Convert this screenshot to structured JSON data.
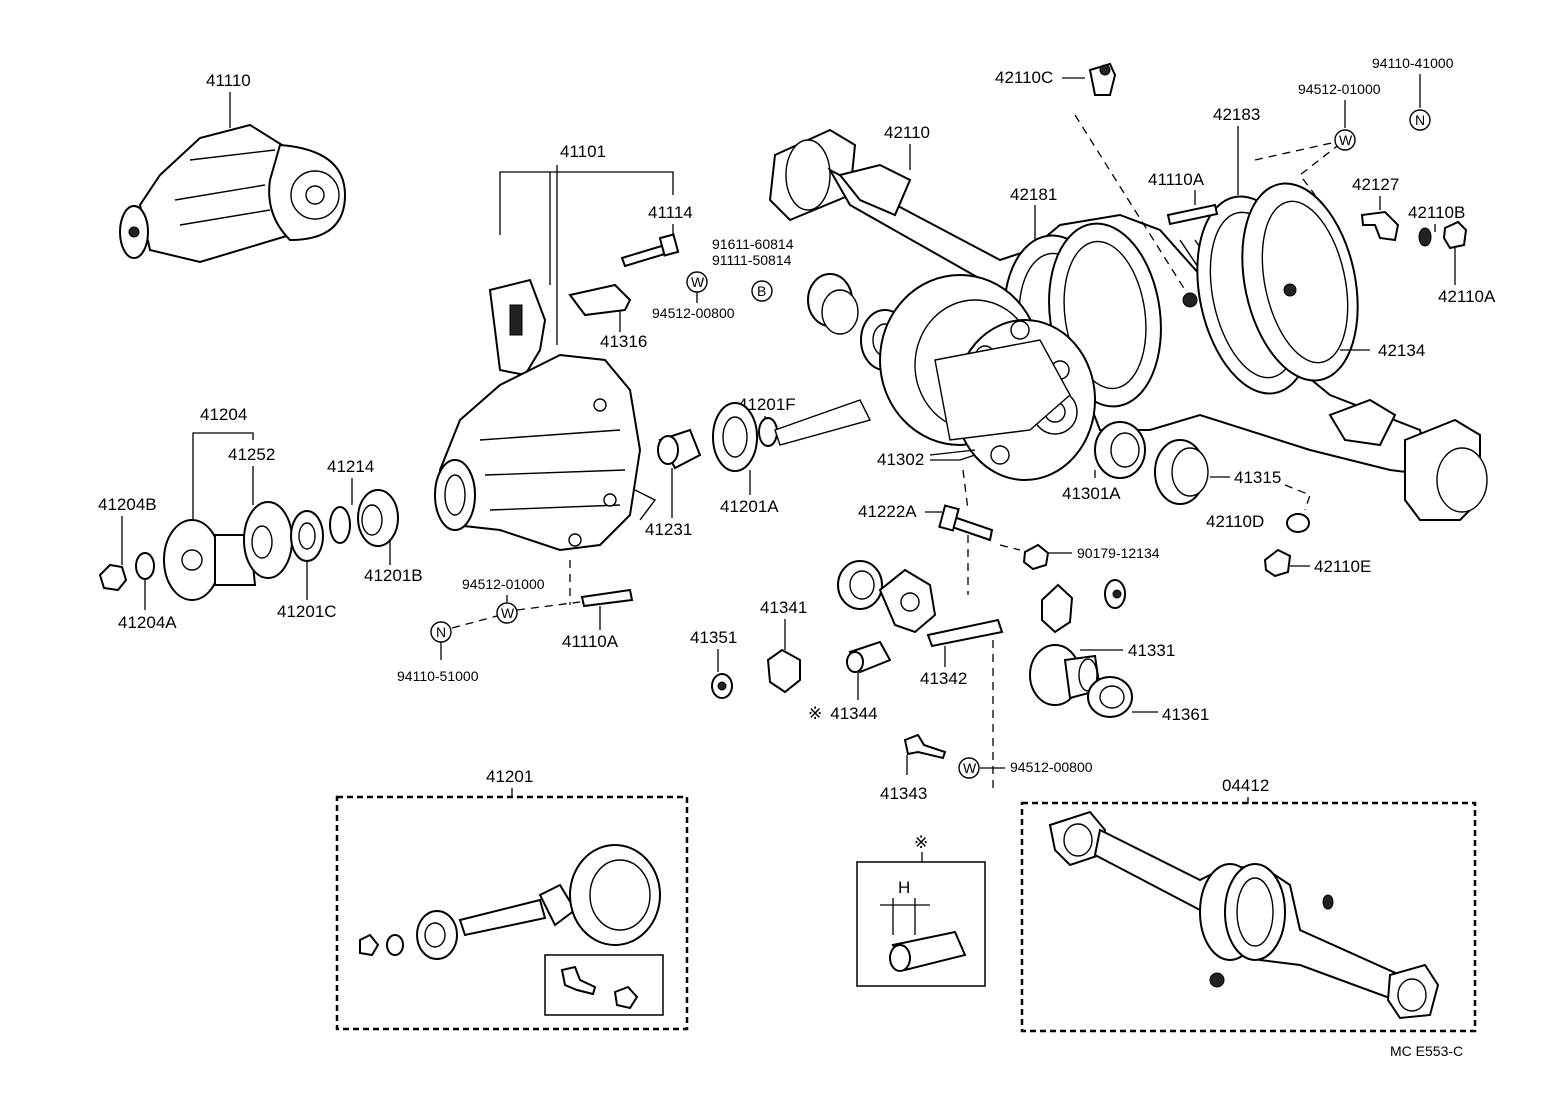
{
  "labels": {
    "p41110": "41110",
    "p41101": "41101",
    "p41114": "41114",
    "p41316": "41316",
    "p91611": "91611-60814",
    "p91111": "91111-50814",
    "p94512_00800_a": "94512-00800",
    "p41201F": "41201F",
    "p41201A": "41201A",
    "p41231": "41231",
    "p41204": "41204",
    "p41252": "41252",
    "p41214": "41214",
    "p41204B": "41204B",
    "p41204A": "41204A",
    "p41201C": "41201C",
    "p41201B": "41201B",
    "p94512_01000_a": "94512-01000",
    "p94110_51000": "94110-51000",
    "p41110A_a": "41110A",
    "p42110C": "42110C",
    "p42110": "42110",
    "p42181": "42181",
    "p42183": "42183",
    "p94512_01000_b": "94512-01000",
    "p94110_41000": "94110-41000",
    "p41110A_b": "41110A",
    "p42127": "42127",
    "p42110B": "42110B",
    "p42110A": "42110A",
    "p42134": "42134",
    "p41302": "41302",
    "p41301A": "41301A",
    "p41315": "41315",
    "p42110D": "42110D",
    "p42110E": "42110E",
    "p41222A": "41222A",
    "p90179": "90179-12134",
    "p41341": "41341",
    "p41351": "41351",
    "p41344": "41344",
    "p41342": "41342",
    "p41331": "41331",
    "p41361": "41361",
    "p41343": "41343",
    "p94512_00800_b": "94512-00800",
    "p41201": "41201",
    "p04412": "04412",
    "dim_h": "H",
    "note_mark": "※",
    "note_mark_41344": "※",
    "footer": "MC  E553-C"
  },
  "symbols": {
    "w": "W",
    "n": "N",
    "b": "B"
  },
  "icons": [
    "differential-carrier-assembly-icon",
    "axle-housing-icon",
    "ring-gear-pinion-icon",
    "spacer-sleeve-icon"
  ]
}
